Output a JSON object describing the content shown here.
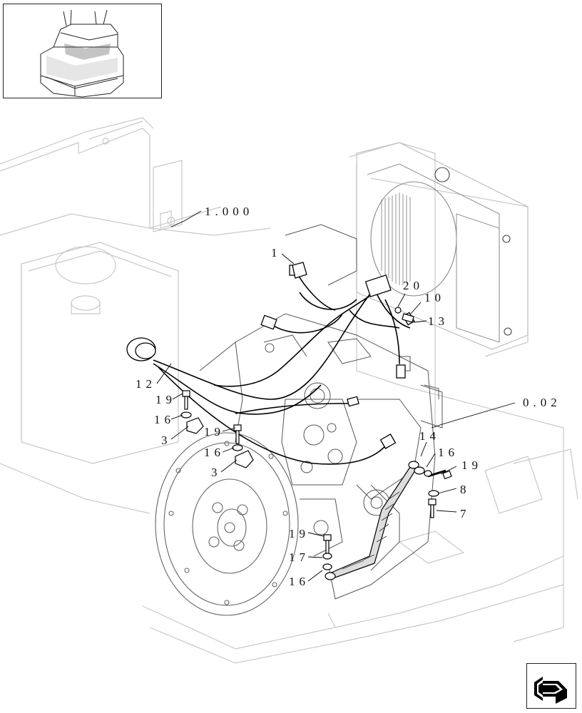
{
  "diagram": {
    "callouts": {
      "c1000": "1.000",
      "c1": "1",
      "c20": "20",
      "c10": "10",
      "c13": "13",
      "c12": "12",
      "c19a": "19",
      "c16a": "16",
      "c3a": "3",
      "c19b": "19",
      "c16b": "16",
      "c3b": "3",
      "c002": "0.02",
      "c14": "14",
      "c16c": "16",
      "c19c": "19",
      "c8": "8",
      "c7": "7",
      "c19d": "19",
      "c17": "17",
      "c16d": "16"
    }
  },
  "icons": {
    "thumbnail": "machine-overview-thumbnail",
    "navigation": "next-page-arrow-icon"
  }
}
